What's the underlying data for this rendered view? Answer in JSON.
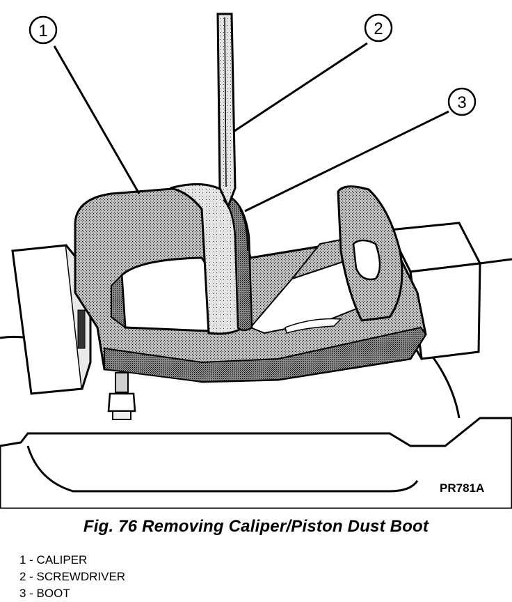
{
  "figure": {
    "code": "PR781A",
    "caption": "Fig. 76 Removing Caliper/Piston Dust Boot",
    "callouts": [
      "1",
      "2",
      "3"
    ],
    "legend": [
      "1 - CALIPER",
      "2 - SCREWDRIVER",
      "3 - BOOT"
    ]
  }
}
